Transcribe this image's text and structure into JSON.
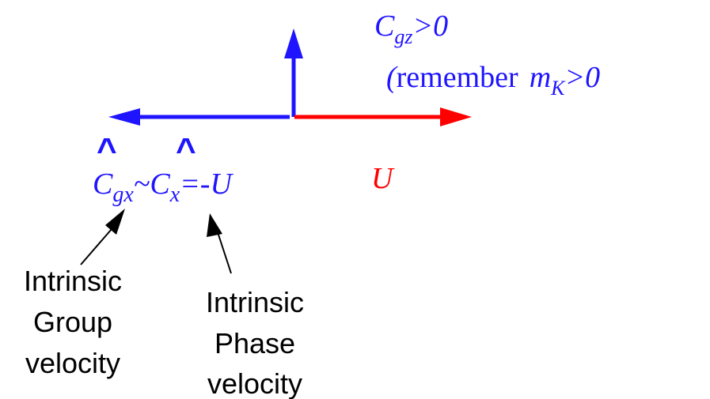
{
  "colors": {
    "blue": "#1f14ff",
    "red": "#ff0000",
    "black": "#000000"
  },
  "labels": {
    "cgz": {
      "base": "C",
      "sub": "gz",
      "rest": ">0"
    },
    "remember": {
      "paren": "(",
      "word": "remember",
      "m": "m",
      "sub": "K",
      "rest": ">0"
    },
    "u": "U",
    "hat_left": "^",
    "hat_right": "^",
    "cgx_eq": {
      "c1": "C",
      "sub1": "gx",
      "tilde": "~",
      "c2": "C",
      "sub2": "x",
      "rest": "=-U"
    },
    "group_velocity": [
      "Intrinsic",
      "Group",
      "velocity"
    ],
    "phase_velocity": [
      "Intrinsic",
      "Phase",
      "velocity"
    ]
  }
}
